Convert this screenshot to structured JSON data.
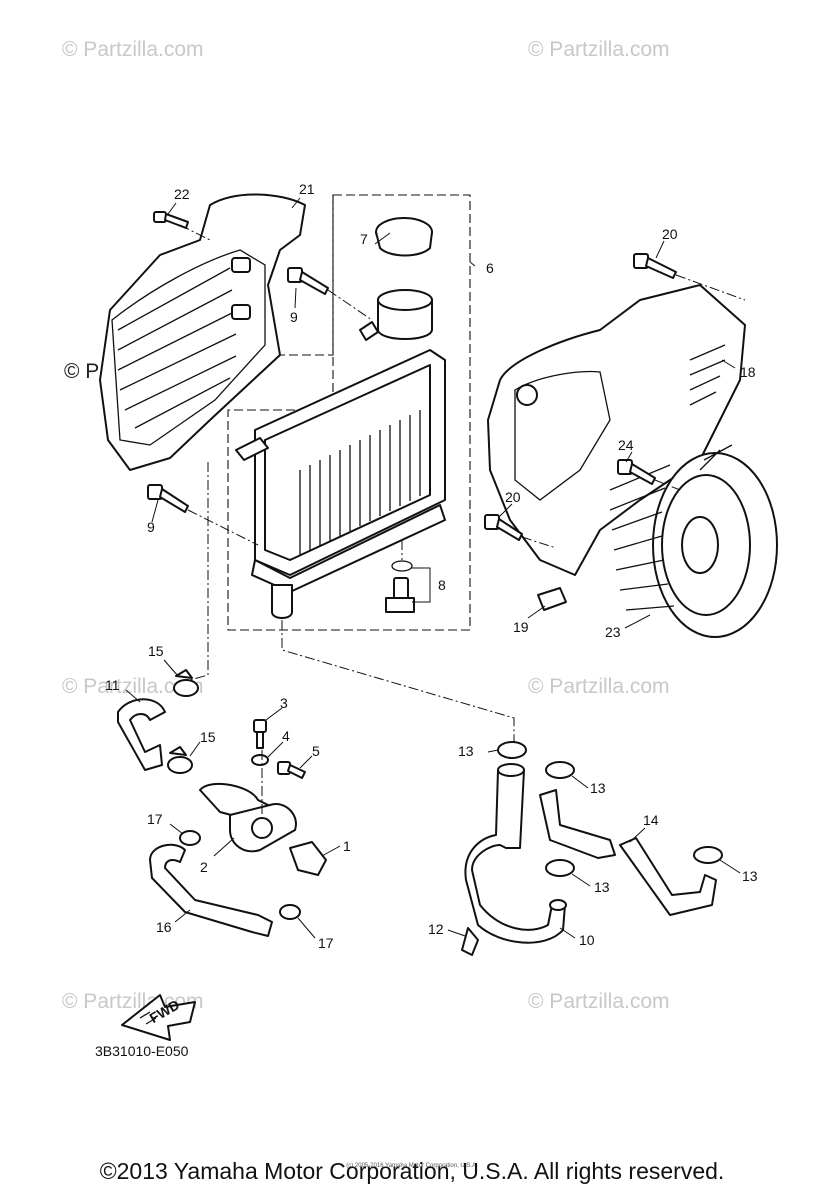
{
  "watermark_text": "© Partzilla.com",
  "diagram_code": "3B31010-E050",
  "fwd_label": "FWD",
  "copyright": "©2013 Yamaha Motor Corporation, U.S.A. All rights reserved.",
  "micro_copyright": "(c) 2005-2016 Yamaha Motor Corporation, U.S.A.",
  "callouts": {
    "c1": "1",
    "c2": "2",
    "c3": "3",
    "c4": "4",
    "c5": "5",
    "c6": "6",
    "c7": "7",
    "c8": "8",
    "c9a": "9",
    "c9b": "9",
    "c10": "10",
    "c11": "11",
    "c12": "12",
    "c13a": "13",
    "c13b": "13",
    "c13c": "13",
    "c13d": "13",
    "c14": "14",
    "c15a": "15",
    "c15b": "15",
    "c16": "16",
    "c17a": "17",
    "c17b": "17",
    "c18": "18",
    "c19": "19",
    "c20a": "20",
    "c20b": "20",
    "c21": "21",
    "c22": "22",
    "c23": "23",
    "c24": "24"
  },
  "colors": {
    "line": "#111111",
    "watermark": "#c8c8c8"
  }
}
